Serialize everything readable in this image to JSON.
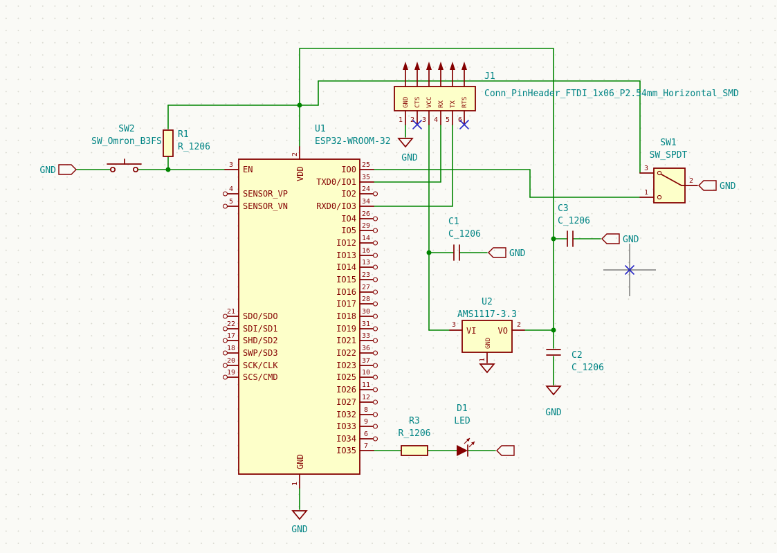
{
  "colors": {
    "wire": "#008400",
    "symbol": "#840000",
    "label": "#008484",
    "body_fill": "#fdffc9",
    "no_connect": "#2c2cc8"
  },
  "left_gnd": {
    "label": "GND"
  },
  "sw2": {
    "ref": "SW2",
    "value": "SW_Omron_B3FS"
  },
  "r1": {
    "ref": "R1",
    "value": "R_1206"
  },
  "u1": {
    "ref": "U1",
    "value": "ESP32-WROOM-32",
    "vdd": {
      "num": "2",
      "name": "VDD"
    },
    "gnd": {
      "num": "1",
      "name": "GND"
    },
    "gnd_net": "GND",
    "left": [
      {
        "num": "3",
        "name": "EN"
      },
      {
        "num": "4",
        "name": "SENSOR_VP"
      },
      {
        "num": "5",
        "name": "SENSOR_VN"
      },
      {
        "num": "21",
        "name": "SDO/SDO"
      },
      {
        "num": "22",
        "name": "SDI/SD1"
      },
      {
        "num": "17",
        "name": "SHD/SD2"
      },
      {
        "num": "18",
        "name": "SWP/SD3"
      },
      {
        "num": "20",
        "name": "SCK/CLK"
      },
      {
        "num": "19",
        "name": "SCS/CMD"
      }
    ],
    "right": [
      {
        "num": "25",
        "name": "IO0"
      },
      {
        "num": "35",
        "name": "TXD0/IO1"
      },
      {
        "num": "24",
        "name": "IO2"
      },
      {
        "num": "34",
        "name": "RXD0/IO3"
      },
      {
        "num": "26",
        "name": "IO4"
      },
      {
        "num": "29",
        "name": "IO5"
      },
      {
        "num": "14",
        "name": "IO12"
      },
      {
        "num": "16",
        "name": "IO13"
      },
      {
        "num": "13",
        "name": "IO14"
      },
      {
        "num": "23",
        "name": "IO15"
      },
      {
        "num": "27",
        "name": "IO16"
      },
      {
        "num": "28",
        "name": "IO17"
      },
      {
        "num": "30",
        "name": "IO18"
      },
      {
        "num": "31",
        "name": "IO19"
      },
      {
        "num": "33",
        "name": "IO21"
      },
      {
        "num": "36",
        "name": "IO22"
      },
      {
        "num": "37",
        "name": "IO23"
      },
      {
        "num": "10",
        "name": "IO25"
      },
      {
        "num": "11",
        "name": "IO26"
      },
      {
        "num": "12",
        "name": "IO27"
      },
      {
        "num": "8",
        "name": "IO32"
      },
      {
        "num": "9",
        "name": "IO33"
      },
      {
        "num": "6",
        "name": "IO34"
      },
      {
        "num": "7",
        "name": "IO35"
      }
    ]
  },
  "j1": {
    "ref": "J1",
    "value": "Conn_PinHeader_FTDI_1x06_P2.54mm_Horizontal_SMD",
    "gnd_net": "GND",
    "pins": [
      {
        "num": "1",
        "name": "GND"
      },
      {
        "num": "2",
        "name": "CTS"
      },
      {
        "num": "3",
        "name": "VCC"
      },
      {
        "num": "4",
        "name": "RX"
      },
      {
        "num": "5",
        "name": "TX"
      },
      {
        "num": "6",
        "name": "RTS"
      }
    ]
  },
  "c1": {
    "ref": "C1",
    "value": "C_1206",
    "gnd": "GND"
  },
  "c2": {
    "ref": "C2",
    "value": "C_1206",
    "gnd": "GND"
  },
  "c3": {
    "ref": "C3",
    "value": "C_1206",
    "gnd": "GND"
  },
  "u2": {
    "ref": "U2",
    "value": "AMS1117-3.3",
    "pin_in": {
      "num": "3",
      "name": "VI"
    },
    "pin_out": {
      "num": "2",
      "name": "VO"
    },
    "pin_gnd": {
      "num": "1",
      "name": "GND"
    }
  },
  "r3": {
    "ref": "R3",
    "value": "R_1206"
  },
  "d1": {
    "ref": "D1",
    "value": "LED"
  },
  "sw1": {
    "ref": "SW1",
    "value": "SW_SPDT",
    "pin1": "1",
    "pin2": "2",
    "pin3": "3",
    "gnd": "GND"
  }
}
